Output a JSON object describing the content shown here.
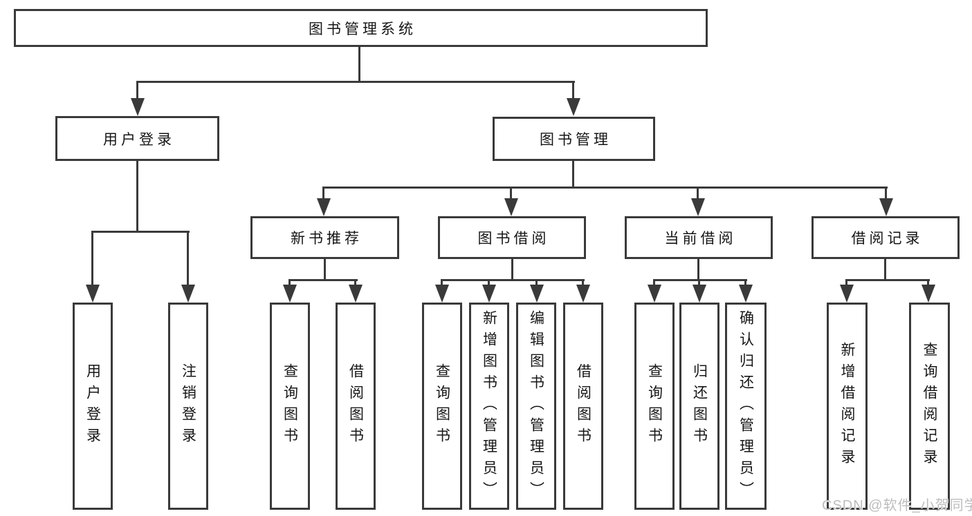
{
  "diagram": {
    "root": {
      "label": "图书管理系统"
    },
    "level2": [
      {
        "label": "用户登录"
      },
      {
        "label": "图书管理"
      }
    ],
    "level3": [
      {
        "parent": "图书管理",
        "label": "新书推荐"
      },
      {
        "parent": "图书管理",
        "label": "图书借阅"
      },
      {
        "parent": "图书管理",
        "label": "当前借阅"
      },
      {
        "parent": "图书管理",
        "label": "借阅记录"
      }
    ],
    "leaves": [
      {
        "parent": "用户登录",
        "label": "用户登录"
      },
      {
        "parent": "用户登录",
        "label": "注销登录"
      },
      {
        "parent": "新书推荐",
        "label": "查询图书"
      },
      {
        "parent": "新书推荐",
        "label": "借阅图书"
      },
      {
        "parent": "图书借阅",
        "label": "查询图书"
      },
      {
        "parent": "图书借阅",
        "label": "新增图书（管理员）"
      },
      {
        "parent": "图书借阅",
        "label": "编辑图书（管理员）"
      },
      {
        "parent": "图书借阅",
        "label": "借阅图书"
      },
      {
        "parent": "当前借阅",
        "label": "查询图书"
      },
      {
        "parent": "当前借阅",
        "label": "归还图书"
      },
      {
        "parent": "当前借阅",
        "label": "确认归还（管理员）"
      },
      {
        "parent": "借阅记录",
        "label": "新增借阅记录"
      },
      {
        "parent": "借阅记录",
        "label": "查询借阅记录"
      }
    ],
    "colors": {
      "line": "#3a3a3a",
      "border": "#3a3a3a",
      "text": "#161616",
      "background": "#ffffff",
      "watermark": "#bdbdbd"
    }
  },
  "watermark": {
    "text": "CSDN @软件_小贺同学"
  }
}
